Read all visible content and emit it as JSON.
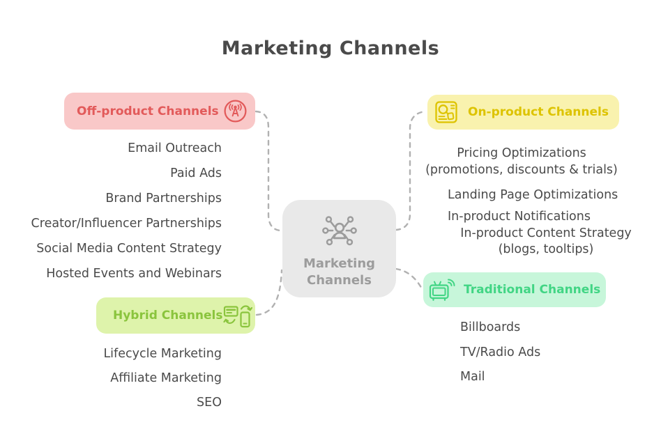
{
  "title": "Marketing Channels",
  "center": {
    "icon": "network-person-icon",
    "label_line1": "Marketing",
    "label_line2": "Channels"
  },
  "branches": {
    "off_product": {
      "label": "Off-product Channels",
      "icon": "broadcast-tower-icon",
      "items": [
        "Email Outreach",
        "Paid Ads",
        "Brand Partnerships",
        "Creator/Influencer Partnerships",
        "Social Media Content Strategy",
        "Hosted Events and Webinars"
      ]
    },
    "on_product": {
      "label": "On-product Channels",
      "icon": "ad-page-icon",
      "items": [
        {
          "line1": "Pricing Optimizations",
          "line2": "(promotions, discounts & trials)"
        },
        {
          "line1": "Landing Page Optimizations"
        },
        {
          "line1": "In-product Notifications"
        },
        {
          "line1": "In-product Content Strategy",
          "line2": "(blogs, tooltips)"
        }
      ]
    },
    "hybrid": {
      "label": "Hybrid Channels",
      "icon": "device-sync-icon",
      "items": [
        "Lifecycle Marketing",
        "Affiliate Marketing",
        "SEO"
      ]
    },
    "traditional": {
      "label": "Traditional Channels",
      "icon": "tv-broadcast-icon",
      "items": [
        "Billboards",
        "TV/Radio Ads",
        "Mail"
      ]
    }
  },
  "colors": {
    "off_product_bg": "#f9c8c8",
    "off_product_text": "#e25a5a",
    "on_product_bg": "#f9f2ae",
    "on_product_text": "#ddc300",
    "hybrid_bg": "#def3ab",
    "hybrid_text": "#8ac43d",
    "traditional_bg": "#c7f6da",
    "traditional_text": "#41d584",
    "center_bg": "#e9e9e9",
    "center_text": "#9c9c9c",
    "body_text": "#4a4a4a",
    "connector": "#b1b1b1"
  }
}
